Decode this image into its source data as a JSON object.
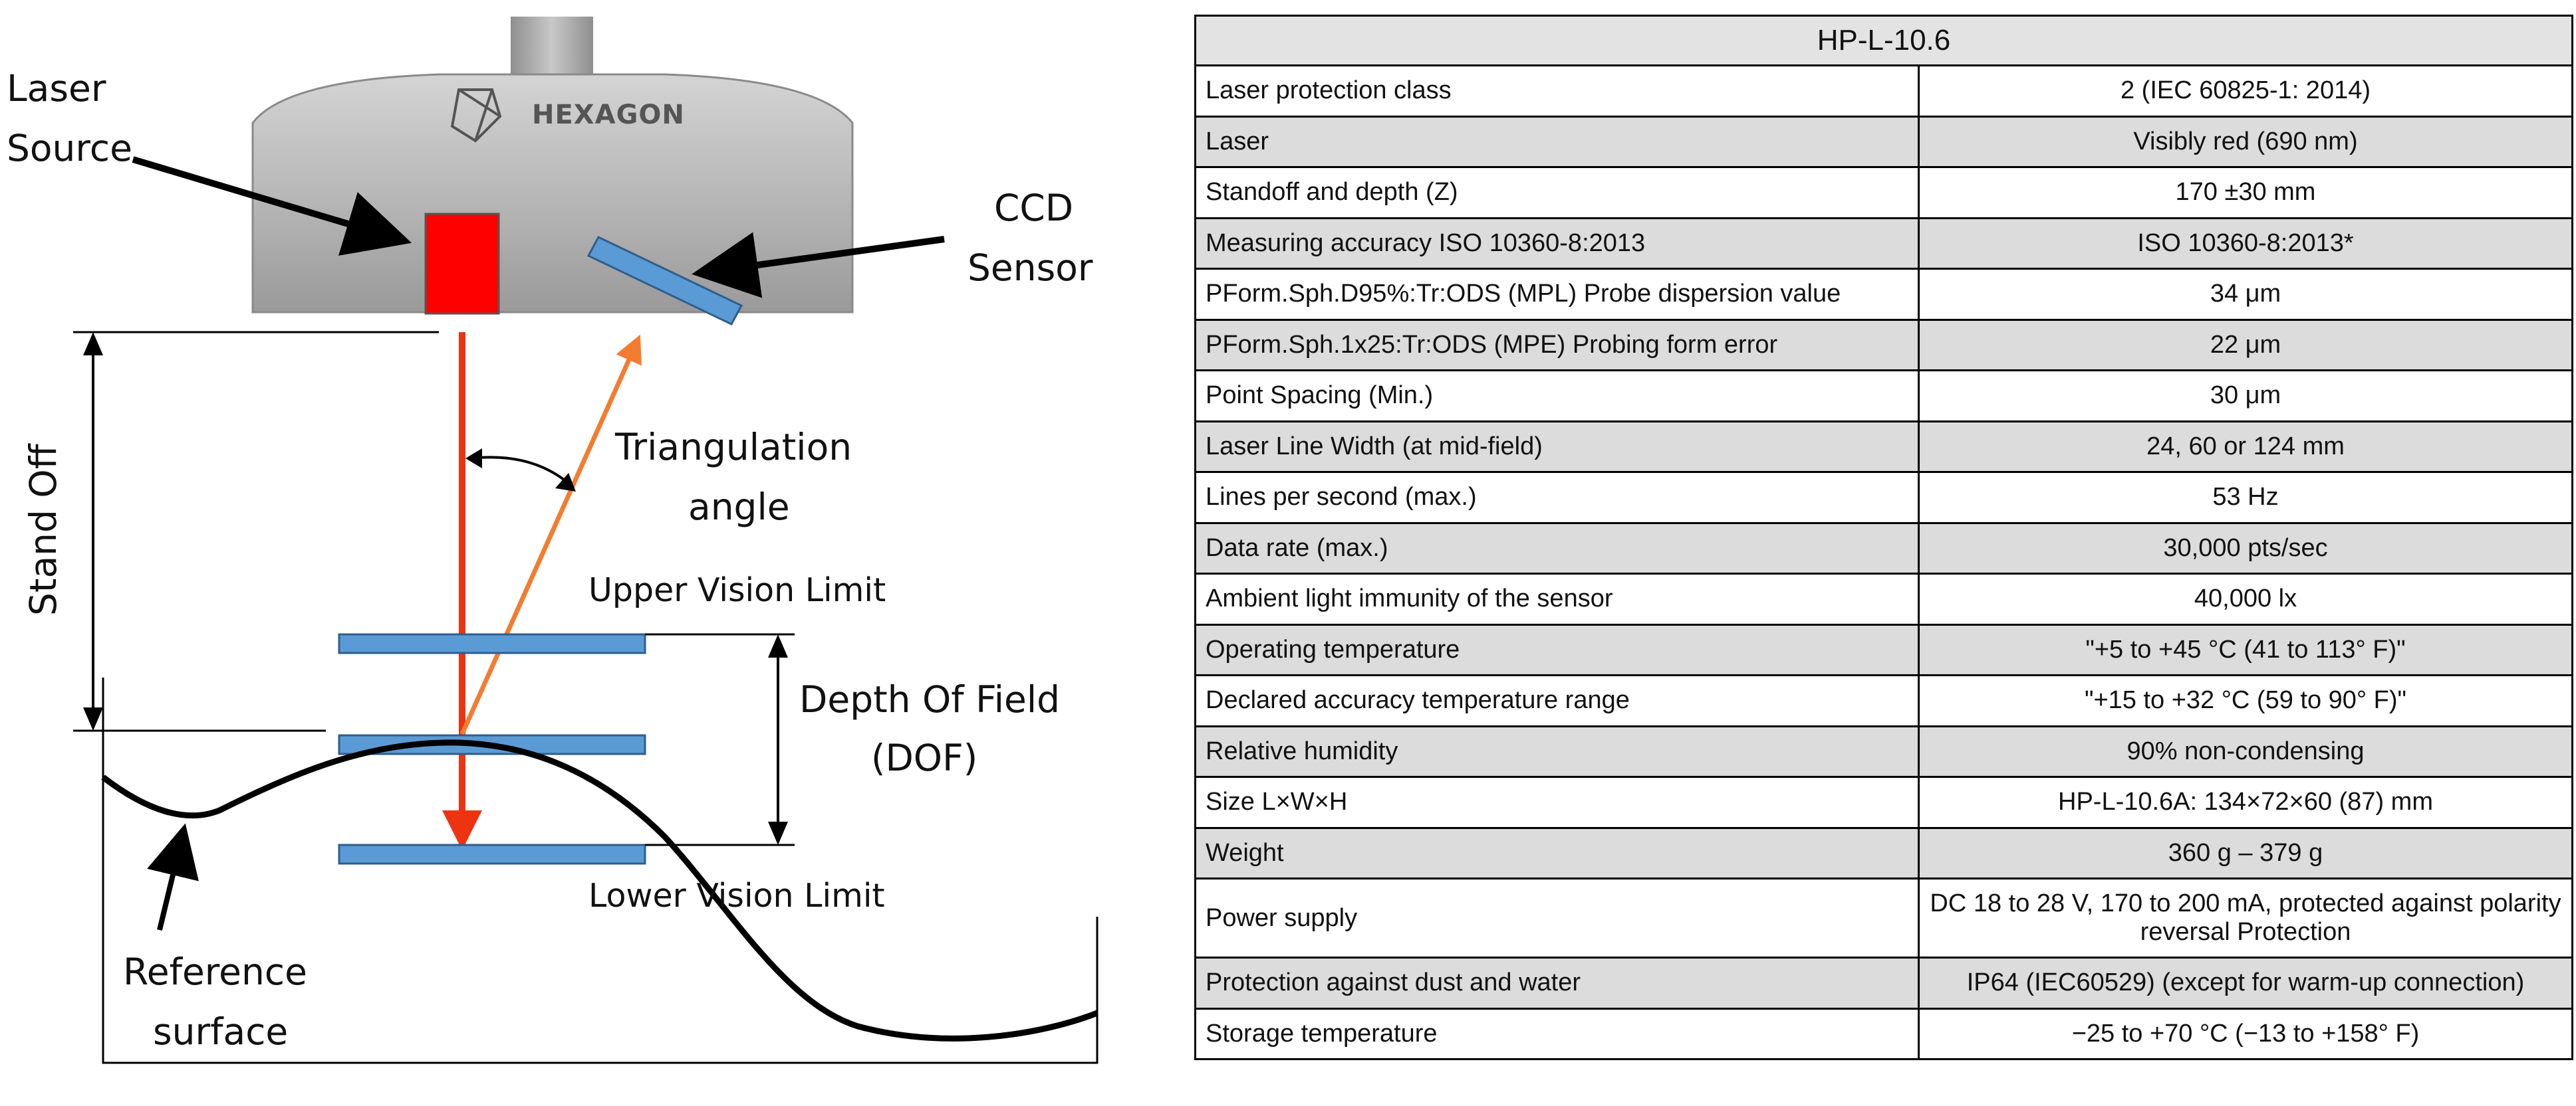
{
  "diagram": {
    "logo": "HEXAGON",
    "labels": {
      "laser_source_line1": "Laser",
      "laser_source_line2": "Source",
      "ccd_line1": "CCD",
      "ccd_line2": "Sensor",
      "stand_off": "Stand Off",
      "triangulation_line1": "Triangulation",
      "triangulation_line2": "angle",
      "upper_limit": "Upper Vision Limit",
      "dof_line1": "Depth Of Field",
      "dof_line2": "(DOF)",
      "lower_limit": "Lower Vision Limit",
      "reference_line1": "Reference",
      "reference_line2": "surface"
    },
    "colors": {
      "laser": "#ff0000",
      "beam": "#ee3311",
      "reflected": "#f47c30",
      "plate": "#5b9bd5",
      "housing": "#b5b5b5"
    }
  },
  "table": {
    "title": "HP-L-10.6",
    "rows": [
      {
        "label": "Laser protection class",
        "value": "2 (IEC 60825-1: 2014)"
      },
      {
        "label": "Laser",
        "value": "Visibly red (690 nm)"
      },
      {
        "label": "Standoff and depth (Z)",
        "value": "170 ±30 mm"
      },
      {
        "label": "Measuring accuracy ISO 10360-8:2013",
        "value": "ISO 10360-8:2013*"
      },
      {
        "label": "PForm.Sph.D95%:Tr:ODS (MPL) Probe dispersion value",
        "value": "34 μm"
      },
      {
        "label": "PForm.Sph.1x25:Tr:ODS (MPE) Probing form error",
        "value": "22 μm"
      },
      {
        "label": "Point Spacing (Min.)",
        "value": "30 μm"
      },
      {
        "label": "Laser Line Width (at mid-field)",
        "value": "24, 60 or 124 mm"
      },
      {
        "label": "Lines per second (max.)",
        "value": "53 Hz"
      },
      {
        "label": "Data rate (max.)",
        "value": "30,000 pts/sec"
      },
      {
        "label": "Ambient light immunity of the sensor",
        "value": "40,000 lx"
      },
      {
        "label": "Operating temperature",
        "value": "\"+5 to +45 °C (41 to 113° F)\""
      },
      {
        "label": "Declared accuracy temperature range",
        "value": "\"+15 to +32 °C (59 to 90° F)\""
      },
      {
        "label": "Relative humidity",
        "value": "90% non-condensing"
      },
      {
        "label": "Size L×W×H",
        "value": "HP-L-10.6A: 134×72×60 (87) mm"
      },
      {
        "label": "Weight",
        "value": "360 g – 379 g"
      },
      {
        "label": "Power supply",
        "value": "DC 18 to 28 V, 170 to 200 mA, protected against polarity reversal Protection"
      },
      {
        "label": "Protection against dust and water",
        "value": "IP64 (IEC60529) (except for warm-up connection)"
      },
      {
        "label": "Storage temperature",
        "value": "−25 to +70 °C (−13 to +158° F)"
      }
    ]
  }
}
